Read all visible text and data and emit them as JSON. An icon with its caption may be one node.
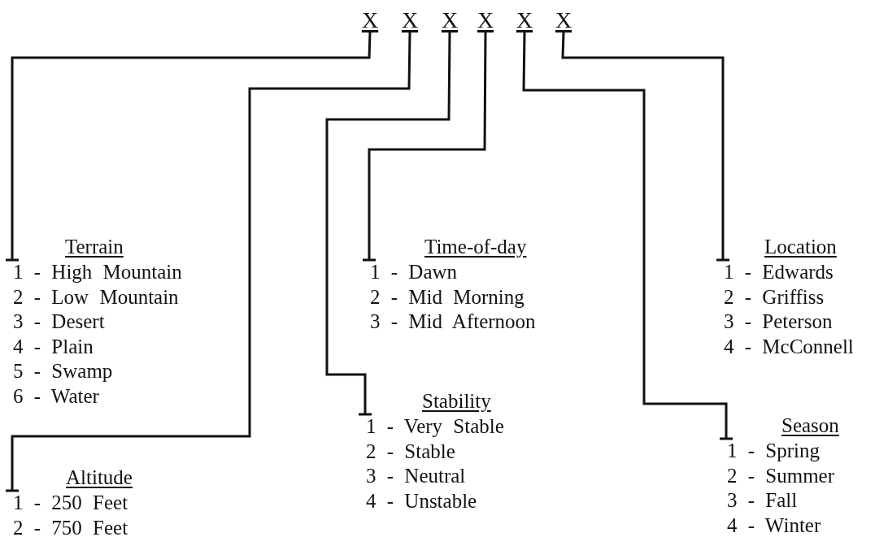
{
  "diagram": {
    "nodes": [
      {
        "text": [
          "X"
        ]
      },
      {
        "text": [
          "X"
        ]
      },
      {
        "text": [
          "X"
        ]
      },
      {
        "text": [
          "X"
        ]
      },
      {
        "text": [
          "X"
        ]
      },
      {
        "text": [
          "X"
        ]
      },
      {
        "text": [
          "Terrain",
          "1 - High Mountain",
          "2 - Low Mountain",
          "3 - Desert",
          "4 - Plain",
          "5 - Swamp",
          "6 - Water"
        ]
      },
      {
        "text": [
          "Altitude",
          "1 - 250 Feet",
          "2 - 750 Feet"
        ]
      },
      {
        "text": [
          "Stability",
          "1 - Very Stable",
          "2 - Stable",
          "3 - Neutral",
          "4 - Unstable"
        ]
      },
      {
        "text": [
          "Time-of-day",
          "1 - Dawn",
          "2 - Mid Morning",
          "3 - Mid Afternoon"
        ]
      },
      {
        "text": [
          "Season",
          "1 - Spring",
          "2 - Summer",
          "3 - Fall",
          "4 - Winter"
        ]
      },
      {
        "text": [
          "Location",
          "1 - Edwards",
          "2 - Griffiss",
          "3 - Peterson",
          "4 - McConnell"
        ]
      }
    ],
    "edges": [
      {
        "from": 0,
        "to": 6,
        "arrow": "other"
      },
      {
        "from": 1,
        "to": 7,
        "arrow": "other"
      },
      {
        "from": 2,
        "to": 8,
        "arrow": "other"
      },
      {
        "from": 3,
        "to": 9,
        "arrow": "other"
      },
      {
        "from": 4,
        "to": 10,
        "arrow": "other"
      },
      {
        "from": 5,
        "to": 11,
        "arrow": "other"
      }
    ]
  }
}
